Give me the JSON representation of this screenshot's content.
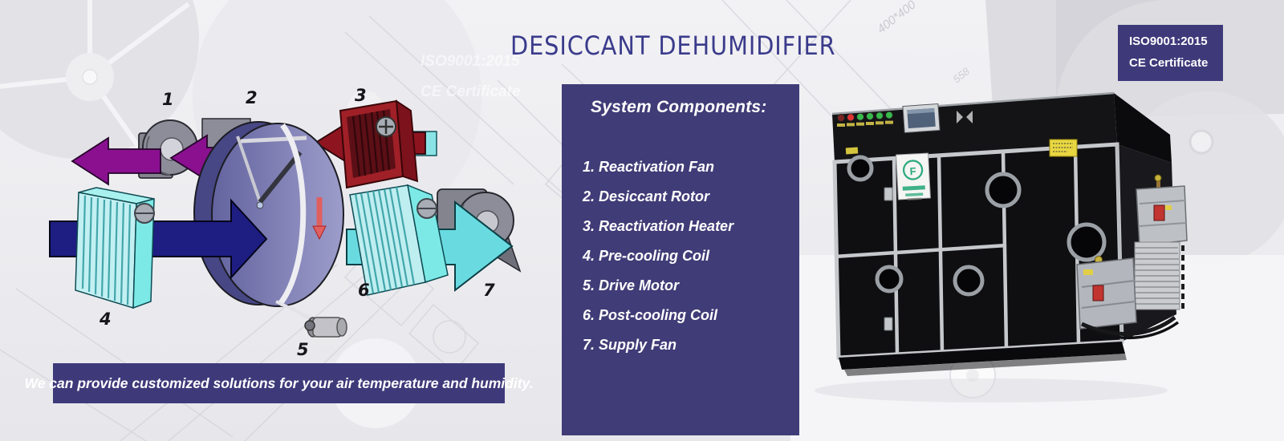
{
  "title": "DESICCANT DEHUMIDIFIER",
  "certificate_badge": {
    "line1": "ISO9001:2015",
    "line2": "CE Certificate"
  },
  "ghost_watermark": {
    "line1": "ISO9001:2015",
    "line2": "CE Certificate"
  },
  "components_panel": {
    "heading": "System Components:",
    "items": [
      "1. Reactivation Fan",
      "2. Desiccant Rotor",
      "3. Reactivation Heater",
      "4. Pre-cooling Coil",
      "5. Drive Motor",
      "6. Post-cooling Coil",
      "7. Supply Fan"
    ]
  },
  "caption_bar": {
    "text": "We can provide customized solutions for your air temperature and humidity."
  },
  "diagram": {
    "labels": [
      "1",
      "2",
      "3",
      "4",
      "5",
      "6",
      "7"
    ]
  },
  "machine": {
    "logo_letter": "F"
  },
  "background_texts": [
    "400*400",
    "558"
  ],
  "colors": {
    "navy_panel": "#3e3a7a",
    "title_text": "#3b3b8c",
    "arrow_purple": "#8a1090",
    "arrow_dark_red": "#8e1420",
    "arrow_navy": "#1d1d82",
    "arrow_cyan": "#69dbe0",
    "coil_cyan": "#bfeef0",
    "heater_red": "#a02028",
    "fan_gray": "#8d8d99",
    "rotor_blue": "#6868a8"
  }
}
